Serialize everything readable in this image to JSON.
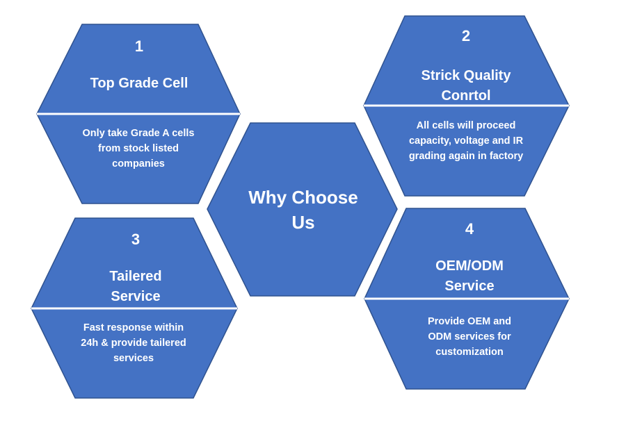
{
  "center": {
    "title": "Why Choose Us"
  },
  "cards": [
    {
      "number": "1",
      "title": "Top Grade Cell",
      "description": "Only take Grade A cells from stock listed companies"
    },
    {
      "number": "2",
      "title": "Strick Quality Conrtol",
      "description": "All cells will proceed capacity, voltage and IR grading again in factory"
    },
    {
      "number": "3",
      "title": "Tailered Service",
      "description": "Fast response within 24h & provide tailered services"
    },
    {
      "number": "4",
      "title": "OEM/ODM Service",
      "description": "Provide OEM and ODM services for customization"
    }
  ],
  "colors": {
    "hex_fill": "#4472C4",
    "hex_stroke": "#2F528F",
    "divider": "#FFFFFF",
    "text": "#FFFFFF"
  }
}
